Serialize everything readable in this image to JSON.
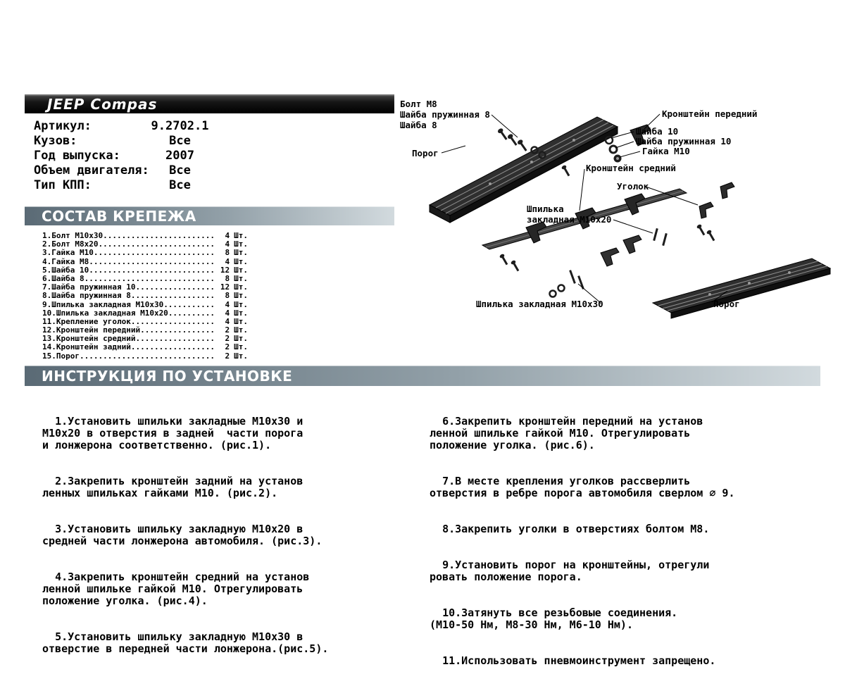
{
  "header": {
    "title": "JEEP Compas"
  },
  "specs": {
    "rows": [
      {
        "label": "Артикул:",
        "value": "9.2702.1"
      },
      {
        "label": "Кузов:",
        "value": "Все"
      },
      {
        "label": "Год выпуска:",
        "value": "2007"
      },
      {
        "label": "Объем двигателя:",
        "value": "Все"
      },
      {
        "label": "Тип КПП:",
        "value": "Все"
      }
    ]
  },
  "parts": {
    "section_title": "СОСТАВ КРЕПЕЖА",
    "unit": "Шт.",
    "items": [
      {
        "name": "1.Болт М10х30",
        "qty": "4"
      },
      {
        "name": "2.Болт М8х20",
        "qty": "4"
      },
      {
        "name": "3.Гайка М10",
        "qty": "8"
      },
      {
        "name": "4.Гайка М8",
        "qty": "4"
      },
      {
        "name": "5.Шайба 10",
        "qty": "12"
      },
      {
        "name": "6.Шайба 8",
        "qty": "8"
      },
      {
        "name": "7.Шайба пружинная 10",
        "qty": "12"
      },
      {
        "name": "8.Шайба пружинная 8",
        "qty": "8"
      },
      {
        "name": "9.Шпилька закладная М10х30",
        "qty": "4"
      },
      {
        "name": "10.Шпилька закладная М10х20",
        "qty": "4"
      },
      {
        "name": "11.Крепление уголок",
        "qty": "4"
      },
      {
        "name": "12.Кронштейн передний",
        "qty": "2"
      },
      {
        "name": "13.Кронштейн средний",
        "qty": "2"
      },
      {
        "name": "14.Кронштейн задний",
        "qty": "2"
      },
      {
        "name": "15.Порог",
        "qty": "2"
      }
    ]
  },
  "instructions": {
    "section_title": "ИНСТРУКЦИЯ ПО УСТАНОВКЕ",
    "left": [
      "  1.Установить шпильки закладные М10х30 и\nМ10х20 в отверстия в задней  части порога\nи лонжерона соответственно. (рис.1).",
      "  2.Закрепить кронштейн задний на установ\nленных шпильках гайками М10. (рис.2).",
      "  3.Установить шпильку закладную М10х20 в\nсредней части лонжерона автомобиля. (рис.3).",
      "  4.Закрепить кронштейн средний на установ\nленной шпильке гайкой М10. Отрегулировать\nположение уголка. (рис.4).",
      "  5.Установить шпильку закладную М10х30 в\nотверстие в передней части лонжерона.(рис.5)."
    ],
    "right": [
      "  6.Закрепить кронштейн передний на установ\nленной шпильке гайкой М10. Отрегулировать\nположение уголка. (рис.6).",
      "  7.В месте крепления уголков рассверлить\nотверстия в ребре порога автомобиля сверлом ∅ 9.",
      "  8.Закрепить уголки в отверстиях болтом М8.",
      "  9.Установить порог на кронштейны, отрегули\nровать положение порога.",
      "  10.Затянуть все резьбовые соединения.\n(М10-50 Нм, М8-30 Нм, М6-10 Нм).",
      "  11.Использовать пневмоинструмент запрещено."
    ]
  },
  "diagram": {
    "labels": {
      "bolt_m8": "Болт М8",
      "washer_spring_8": "Шайба пружинная 8",
      "washer_8": "Шайба 8",
      "step_top": "Порог",
      "bracket_front": "Кронштейн передний",
      "washer_10": "Шайба 10",
      "washer_spring_10": "Шайба пружинная 10",
      "nut_m10": "Гайка М10",
      "bracket_middle": "Кронштейн средний",
      "corner": "Уголок",
      "stud_m10x20_line1": "Шпилька",
      "stud_m10x20_line2": "закладная М10х20",
      "stud_m10x30": "Шпилька закладная М10х30",
      "step_bottom": "Порог"
    }
  },
  "colors": {
    "title_bar": "#000000",
    "section_bar_start": "#5a6a75",
    "section_bar_end": "#d2dade",
    "text": "#000000",
    "drawing_fill": "#2f2f2f"
  }
}
